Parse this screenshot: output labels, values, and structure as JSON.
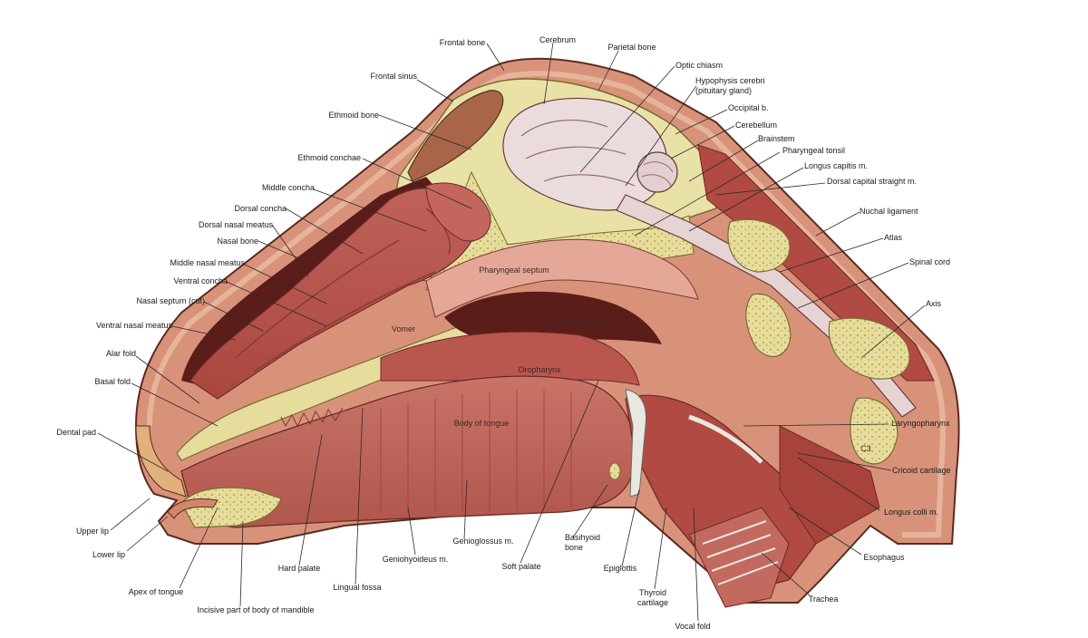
{
  "labels": {
    "frontal_bone": "Frontal bone",
    "cerebrum": "Cerebrum",
    "parietal_bone": "Parietal bone",
    "optic_chiasm": "Optic chiasm",
    "hypophysis": "Hypophysis cerebri\n(pituitary gland)",
    "frontal_sinus": "Frontal sinus",
    "occipital": "Occipital b.",
    "ethmoid_bone": "Ethmoid bone",
    "cerebellum": "Cerebellum",
    "brainstem": "Brainstem",
    "pharyngeal_tonsil": "Pharyngeal tonsil",
    "ethmoid_conchae": "Ethmoid conchae",
    "longus_capitis": "Longus capitis m.",
    "dorsal_capital_straight": "Dorsal capital straight m.",
    "middle_concha": "Middle concha",
    "dorsal_concha": "Dorsal concha",
    "nuchal_ligament": "Nuchal ligament",
    "dorsal_nasal_meatus": "Dorsal nasal meatus",
    "nasal_bone": "Nasal bone",
    "atlas": "Atlas",
    "middle_nasal_meatus": "Middle nasal meatus",
    "spinal_cord": "Spinal cord",
    "ventral_concha": "Ventral concha",
    "nasal_septum": "Nasal septum (cut)",
    "axis": "Axis",
    "ventral_nasal_meatus": "Ventral nasal meatus",
    "alar_fold": "Alar fold",
    "basal_fold": "Basal fold",
    "laryngopharynx": "Laryngopharynx",
    "dental_pad": "Dental pad",
    "cricoid_cartilage": "Cricoid cartilage",
    "longus_colli": "Longus colli m.",
    "upper_lip": "Upper lip",
    "genioglossus": "Genioglossus m.",
    "basihyoid_bone": "Basihyoid\nbone",
    "lower_lip": "Lower lip",
    "esophagus": "Esophagus",
    "geniohyoideus": "Geniohyoideus m.",
    "hard_palate": "Hard palate",
    "soft_palate": "Soft palate",
    "epiglottis": "Epiglottis",
    "apex_of_tongue": "Apex of tongue",
    "lingual_fossa": "Lingual fossa",
    "thyroid_cartilage": "Thyroid\ncartilage",
    "trachea": "Trachea",
    "incisive_part": "Incisive part of body of mandible",
    "vocal_fold": "Vocal fold"
  },
  "inner_labels": {
    "pharyngeal_septum": "Pharyngeal septum",
    "vomer": "Vomer",
    "nasopharynx": "Nasopharynx",
    "oropharynx": "Oropharynx",
    "body_of_tongue": "Body of tongue",
    "c3": "C3"
  },
  "colors": {
    "skin": "#d98f74",
    "bone": "#e9e2a6",
    "bone_spongy": "#c9bd6c",
    "muscle": "#b5544c",
    "muscle_dark": "#8c3a33",
    "cavity": "#5a1d1a",
    "brain": "#eadcdc",
    "cartilage": "#e8e8e0"
  }
}
